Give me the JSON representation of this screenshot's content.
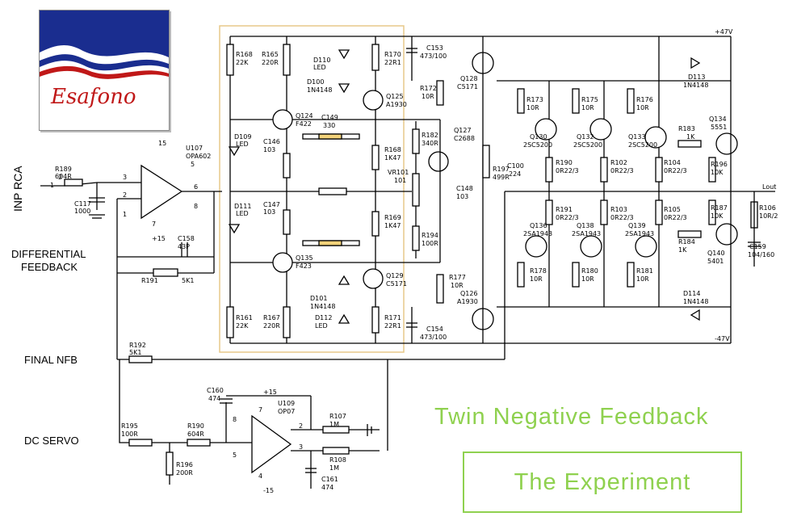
{
  "logo": {
    "text": "Esafono"
  },
  "labels": {
    "inp_rca": "INP RCA",
    "differential": "DIFFERENTIAL",
    "feedback": "FEEDBACK",
    "final_nfb": "FINAL NFB",
    "dc_servo": "DC SERVO"
  },
  "titles": {
    "line1": "Twin Negative Feedback",
    "line2": "The Experiment"
  },
  "rails": {
    "pos": "+47V",
    "neg": "-47V",
    "out": "Lout"
  },
  "parts": [
    {
      "ref": "R189",
      "val": "604R"
    },
    {
      "ref": "C117",
      "val": "1000"
    },
    {
      "ref": "U107",
      "val": "OPA602"
    },
    {
      "ref": "C158",
      "val": "43P"
    },
    {
      "ref": "R191",
      "val": "5K1"
    },
    {
      "ref": "R192",
      "val": "5K1"
    },
    {
      "ref": "R168",
      "val": "22K"
    },
    {
      "ref": "R165",
      "val": "220R"
    },
    {
      "ref": "D110",
      "val": "LED"
    },
    {
      "ref": "D100",
      "val": "1N4148"
    },
    {
      "ref": "R170",
      "val": "22R1"
    },
    {
      "ref": "C153",
      "val": "473/100"
    },
    {
      "ref": "Q124",
      "val": "F422"
    },
    {
      "ref": "Q125",
      "val": "A1930"
    },
    {
      "ref": "C149",
      "val": "330"
    },
    {
      "ref": "D109",
      "val": "LED"
    },
    {
      "ref": "C146",
      "val": "103"
    },
    {
      "ref": "R168",
      "val": "1K47"
    },
    {
      "ref": "R172",
      "val": "10R"
    },
    {
      "ref": "Q128",
      "val": "C5171"
    },
    {
      "ref": "R182",
      "val": "340R"
    },
    {
      "ref": "Q127",
      "val": "C2688"
    },
    {
      "ref": "VR101",
      "val": "101"
    },
    {
      "ref": "C148",
      "val": "103"
    },
    {
      "ref": "D111",
      "val": "LED"
    },
    {
      "ref": "C147",
      "val": "103"
    },
    {
      "ref": "R169",
      "val": "1K47"
    },
    {
      "ref": "R194",
      "val": "100R"
    },
    {
      "ref": "Q135",
      "val": "F423"
    },
    {
      "ref": "Q129",
      "val": "C5171"
    },
    {
      "ref": "D101",
      "val": "1N4148"
    },
    {
      "ref": "D112",
      "val": "LED"
    },
    {
      "ref": "R161",
      "val": "22K"
    },
    {
      "ref": "R167",
      "val": "220R"
    },
    {
      "ref": "R171",
      "val": "22R1"
    },
    {
      "ref": "C154",
      "val": "473/100"
    },
    {
      "ref": "R177",
      "val": "10R"
    },
    {
      "ref": "Q126",
      "val": "A1930"
    },
    {
      "ref": "R173",
      "val": "10R"
    },
    {
      "ref": "R175",
      "val": "10R"
    },
    {
      "ref": "R176",
      "val": "10R"
    },
    {
      "ref": "Q130",
      "val": "2SC5200"
    },
    {
      "ref": "Q132",
      "val": "2SC5200"
    },
    {
      "ref": "Q133",
      "val": "2SC5200"
    },
    {
      "ref": "R197",
      "val": "499R"
    },
    {
      "ref": "C100",
      "val": "224"
    },
    {
      "ref": "R190",
      "val": "0R22/3"
    },
    {
      "ref": "R102",
      "val": "0R22/3"
    },
    {
      "ref": "R104",
      "val": "0R22/3"
    },
    {
      "ref": "D113",
      "val": "1N4148"
    },
    {
      "ref": "R183",
      "val": "1K"
    },
    {
      "ref": "Q134",
      "val": "5551"
    },
    {
      "ref": "R196",
      "val": "10K"
    },
    {
      "ref": "R191",
      "val": "0R22/3"
    },
    {
      "ref": "R103",
      "val": "0R22/3"
    },
    {
      "ref": "R105",
      "val": "0R22/3"
    },
    {
      "ref": "R187",
      "val": "10K"
    },
    {
      "ref": "R106",
      "val": "10R/2"
    },
    {
      "ref": "Q136",
      "val": "2SA1943"
    },
    {
      "ref": "Q138",
      "val": "2SA1943"
    },
    {
      "ref": "Q139",
      "val": "2SA1943"
    },
    {
      "ref": "R184",
      "val": "1K"
    },
    {
      "ref": "Q140",
      "val": "5401"
    },
    {
      "ref": "C159",
      "val": "104/160"
    },
    {
      "ref": "R178",
      "val": "10R"
    },
    {
      "ref": "R180",
      "val": "10R"
    },
    {
      "ref": "R181",
      "val": "10R"
    },
    {
      "ref": "D114",
      "val": "1N4148"
    },
    {
      "ref": "C160",
      "val": "474"
    },
    {
      "ref": "U109",
      "val": "OP07"
    },
    {
      "ref": "R195",
      "val": "100R"
    },
    {
      "ref": "R190",
      "val": "604R"
    },
    {
      "ref": "R196",
      "val": "200R"
    },
    {
      "ref": "R107",
      "val": "1M"
    },
    {
      "ref": "R108",
      "val": "1M"
    },
    {
      "ref": "C161",
      "val": "474"
    }
  ],
  "pins": {
    "op1_5": "5",
    "op1_6": "6",
    "op1_8": "8",
    "op1_7": "7",
    "op1_3": "3",
    "op1_2": "2",
    "op1_1": "1",
    "op1_15": "15",
    "op1_p15": "+15",
    "op2_8": "8",
    "op2_7": "7",
    "op2_2": "2",
    "op2_3": "3",
    "op2_5": "5",
    "op2_4": "4",
    "op2_p15": "+15",
    "op2_m15": "-15",
    "rca_1": "1",
    "rca_2": "2"
  }
}
